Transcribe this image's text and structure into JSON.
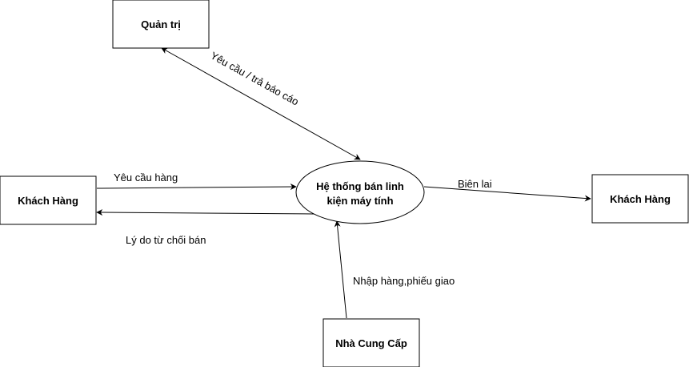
{
  "diagram": {
    "nodes": {
      "admin": {
        "label": "Quản trị"
      },
      "customer_left": {
        "label": "Khách Hàng"
      },
      "customer_right": {
        "label": "Khách Hàng"
      },
      "supplier": {
        "label": "Nhà Cung Cấp"
      },
      "system": {
        "label_line1": "Hệ thống bán linh",
        "label_line2": "kiện máy tính"
      }
    },
    "edges": {
      "admin_system": {
        "label": "Yêu cầu / trả báo cáo"
      },
      "customer_request": {
        "label": "Yêu cầu hàng"
      },
      "rejection_reason": {
        "label": "Lý do từ chối bán"
      },
      "receipt": {
        "label": "Biên lai"
      },
      "supplier_input": {
        "label": "Nhập hàng,phiếu giao"
      }
    }
  }
}
